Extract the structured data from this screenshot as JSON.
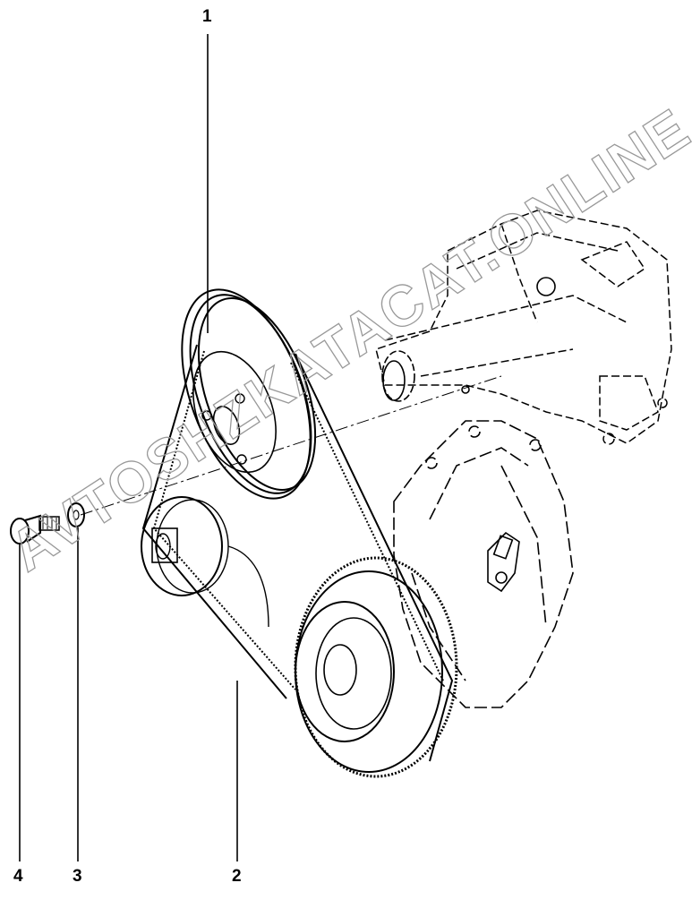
{
  "callouts": [
    {
      "number": "1",
      "part": "pulley"
    },
    {
      "number": "2",
      "part": "belt"
    },
    {
      "number": "3",
      "part": "washer"
    },
    {
      "number": "4",
      "part": "bolt"
    }
  ],
  "watermark": "AVTOSHZKATACAT.ONLINE",
  "colors": {
    "line": "#000000",
    "watermark": "#999999"
  }
}
